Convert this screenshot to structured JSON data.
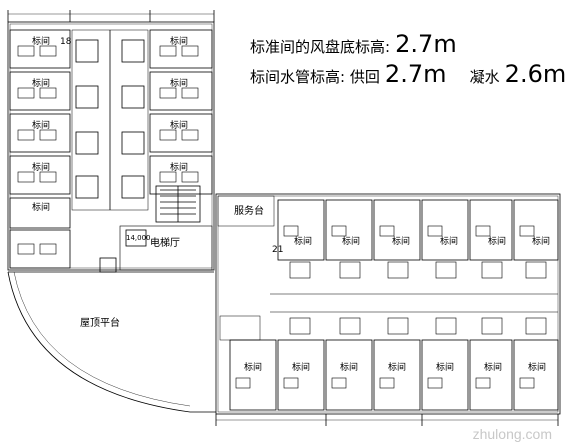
{
  "notes": {
    "line1_prefix": "标准间的风盘底标高:",
    "line1_value": "2.7m",
    "line2_prefix": "标间水管标高: 供回",
    "line2_value1": "2.7m",
    "line2_mid": "凝水",
    "line2_value2": "2.6m"
  },
  "labels": {
    "room": "标间",
    "service_desk": "服务台",
    "elevator_hall": "电梯厅",
    "roof_terrace": "屋顶平台",
    "dimension": "14,000",
    "room_number_a": "18",
    "room_number_b": "21"
  },
  "watermark": "zhulong.com",
  "colors": {
    "line": "#000000",
    "background": "#ffffff",
    "watermark": "#c8c8c8"
  }
}
